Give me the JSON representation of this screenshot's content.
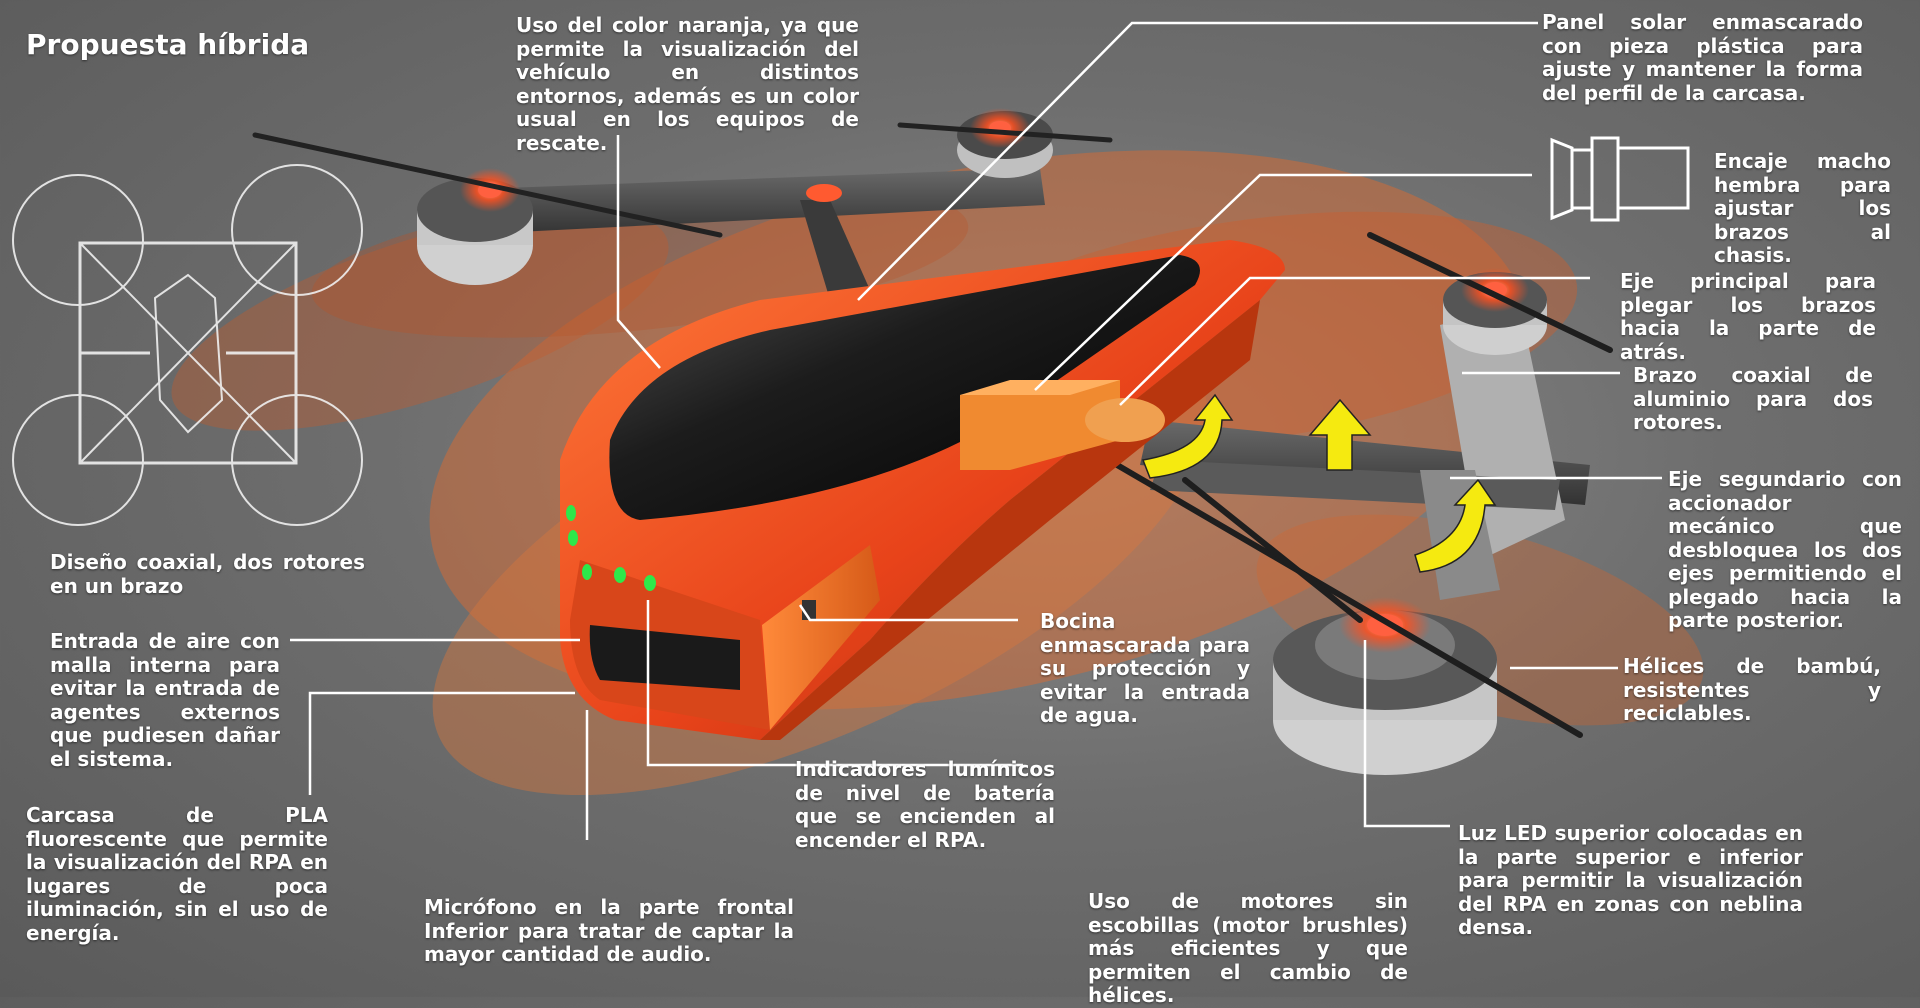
{
  "title": "Propuesta híbrida",
  "annotations": {
    "color": "Uso del color naranja, ya que permite la visualización del vehículo en distintos entornos, además es un color usual en los equipos de rescate.",
    "panel": "Panel solar enmascarado con pieza plástica para ajuste y mantener la forma del perfil de la carcasa.",
    "encaje": "Encaje macho hembra para ajustar los brazos al chasis.",
    "eje_principal": "Eje principal para plegar los brazos hacia la parte de atrás.",
    "brazo": "Brazo coaxial de aluminio para dos rotores.",
    "eje_segundario": "Eje segundario con accionador mecánico que desbloquea los dos ejes permitiendo el plegado hacia la parte posterior.",
    "coaxial": "Diseño coaxial, dos rotores en un brazo",
    "entrada": "Entrada de aire con malla interna para evitar la entrada de agentes externos que pudiesen dañar el sistema.",
    "carcasa": "Carcasa de PLA fluorescente que permite la visualización del RPA en lugares de poca iluminación, sin el uso de energía.",
    "bocina": "Bocina enmascarada para su protección y evitar la entrada de agua.",
    "indicadores": "Indicadores lumínicos de nivel de batería que se encienden al encender el RPA.",
    "microfono": "Micrófono en la parte frontal Inferior para tratar de captar la mayor cantidad de audio.",
    "motores": "Uso de motores sin escobillas (motor brushles) más eficientes y que permiten el cambio de hélices.",
    "helices": "Hélices de bambú, resistentes y reciclables.",
    "led": "Luz LED superior colocadas en la parte superior e inferior para permitir la visualización del RPA en zonas con neblina densa."
  },
  "colors": {
    "body_orange": "#e8431a",
    "accent_orange": "#f07830",
    "canopy": "#1c1c1c",
    "arm_gray": "#4a4a4a",
    "arrow_yellow": "#f5ea10",
    "indicator_green": "#2ee84a",
    "text": "#ffffff"
  }
}
